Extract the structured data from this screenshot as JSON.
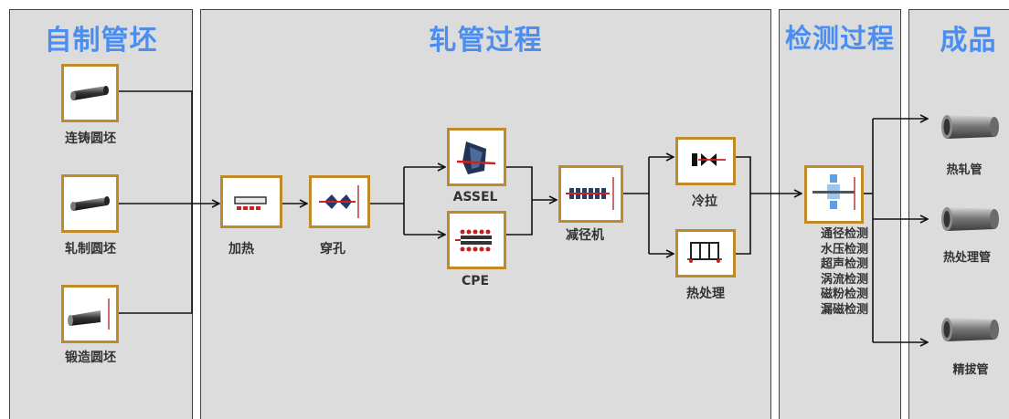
{
  "sections": {
    "self_made": "自制管坯",
    "rolling": "轧管过程",
    "inspection": "检测过程",
    "product": "成品"
  },
  "billets": {
    "continuous_cast": "连铸圆坯",
    "rolled": "轧制圆坯",
    "forged": "锻造圆坯"
  },
  "rolling_steps": {
    "heating": "加热",
    "piercing": "穿孔",
    "assel": "ASSEL",
    "cpe": "CPE",
    "reducing": "减径机",
    "cold_drawing": "冷拉",
    "heat_treatment": "热处理"
  },
  "inspections": [
    "通径检测",
    "水压检测",
    "超声检测",
    "涡流检测",
    "磁粉检测",
    "漏磁检测"
  ],
  "products": {
    "hot_rolled": "热轧管",
    "heat_treated": "热处理管",
    "precision_drawn": "精拔管"
  },
  "colors": {
    "title_blue": "#4b8ef0",
    "box_border": "#c08a2a",
    "panel_bg": "#dcdcdc"
  }
}
